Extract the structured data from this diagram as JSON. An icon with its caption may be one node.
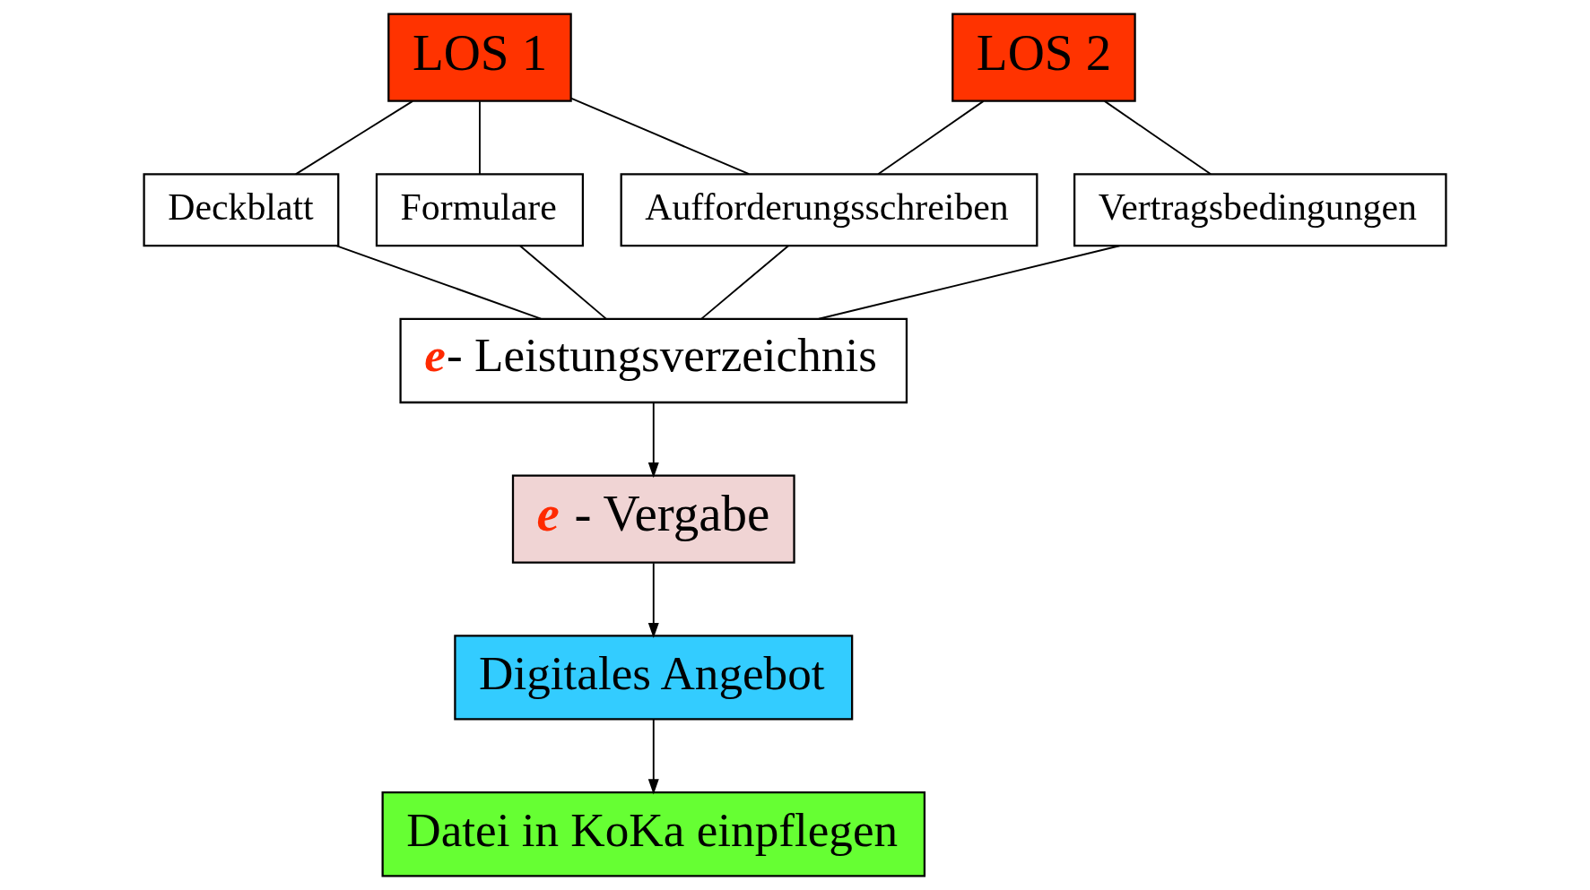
{
  "diagram": {
    "nodes": [
      {
        "text": [
          "LOS 1"
        ]
      },
      {
        "text": [
          "LOS 2"
        ]
      },
      {
        "text": [
          "Deckblatt"
        ]
      },
      {
        "text": [
          "Formulare"
        ]
      },
      {
        "text": [
          "Aufforderungsschreiben"
        ]
      },
      {
        "text": [
          "Vertragsbedingungen"
        ]
      },
      {
        "text": [
          "e- Leistungsverzeichnis"
        ]
      },
      {
        "text": [
          "e - Vergabe"
        ]
      },
      {
        "text": [
          "Digitales Angebot"
        ]
      },
      {
        "text": [
          "Datei in KoKa einpflegen"
        ]
      }
    ],
    "edges": [
      {
        "from": 0,
        "to": 2,
        "arrow": "none"
      },
      {
        "from": 0,
        "to": 3,
        "arrow": "none"
      },
      {
        "from": 0,
        "to": 4,
        "arrow": "none"
      },
      {
        "from": 1,
        "to": 4,
        "arrow": "none"
      },
      {
        "from": 1,
        "to": 5,
        "arrow": "none"
      },
      {
        "from": 2,
        "to": 6,
        "arrow": "none"
      },
      {
        "from": 3,
        "to": 6,
        "arrow": "none"
      },
      {
        "from": 4,
        "to": 6,
        "arrow": "none"
      },
      {
        "from": 5,
        "to": 6,
        "arrow": "none"
      },
      {
        "from": 6,
        "to": 7,
        "arrow": "to"
      },
      {
        "from": 7,
        "to": 8,
        "arrow": "to"
      },
      {
        "from": 8,
        "to": 9,
        "arrow": "to"
      }
    ]
  }
}
